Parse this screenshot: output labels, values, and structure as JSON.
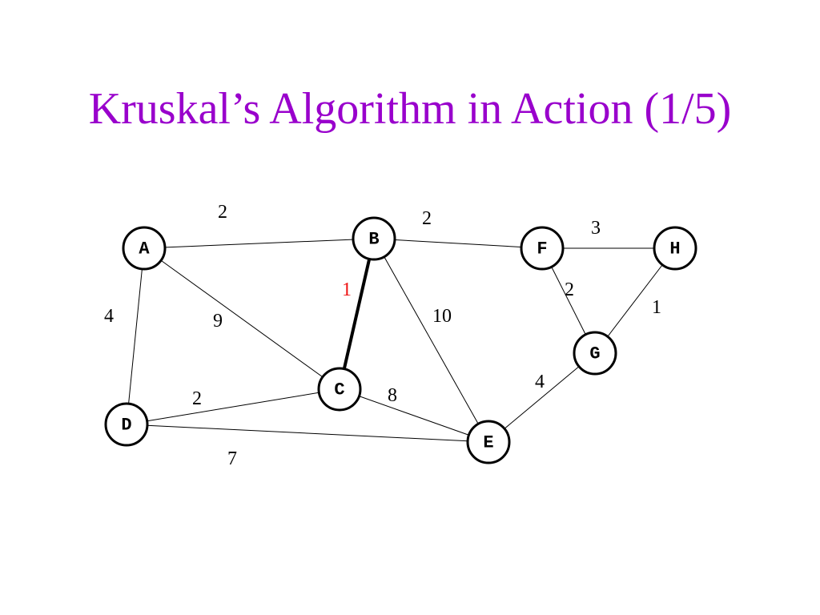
{
  "title": "Kruskal’s Algorithm in Action (1/5)",
  "colors": {
    "title": "#9900cc",
    "highlight": "#ee1111",
    "line": "#000000",
    "text": "#000000"
  },
  "graph": {
    "nodes": [
      {
        "id": "A",
        "label": "A"
      },
      {
        "id": "B",
        "label": "B"
      },
      {
        "id": "C",
        "label": "C"
      },
      {
        "id": "D",
        "label": "D"
      },
      {
        "id": "E",
        "label": "E"
      },
      {
        "id": "F",
        "label": "F"
      },
      {
        "id": "G",
        "label": "G"
      },
      {
        "id": "H",
        "label": "H"
      }
    ],
    "edges": [
      {
        "from": "A",
        "to": "B",
        "weight": "2",
        "selected": false
      },
      {
        "from": "B",
        "to": "F",
        "weight": "2",
        "selected": false
      },
      {
        "from": "F",
        "to": "H",
        "weight": "3",
        "selected": false
      },
      {
        "from": "B",
        "to": "C",
        "weight": "1",
        "selected": true
      },
      {
        "from": "A",
        "to": "D",
        "weight": "4",
        "selected": false
      },
      {
        "from": "A",
        "to": "C",
        "weight": "9",
        "selected": false
      },
      {
        "from": "B",
        "to": "E",
        "weight": "10",
        "selected": false
      },
      {
        "from": "F",
        "to": "G",
        "weight": "2",
        "selected": false
      },
      {
        "from": "H",
        "to": "G",
        "weight": "1",
        "selected": false
      },
      {
        "from": "G",
        "to": "E",
        "weight": "4",
        "selected": false
      },
      {
        "from": "D",
        "to": "C",
        "weight": "2",
        "selected": false
      },
      {
        "from": "C",
        "to": "E",
        "weight": "8",
        "selected": false
      },
      {
        "from": "D",
        "to": "E",
        "weight": "7",
        "selected": false
      }
    ]
  }
}
